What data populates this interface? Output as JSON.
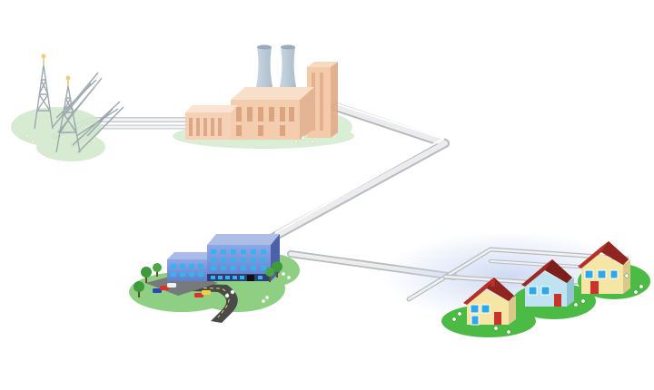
{
  "colors": {
    "background": "#ffffff",
    "pipe_light": "#f2f2f2",
    "pipe_shadow": "#b9bcc0",
    "faded_grass": "#cde8c8",
    "faded_building": "#f1c9a6",
    "faded_building_dark": "#d8a37c",
    "faded_tower": "#a8b6c4",
    "office_blue": "#6f8fd3",
    "office_roof": "#97acdf",
    "window_cyan": "#2fa8e8",
    "grass_green": "#4fbb4a",
    "house_wall": "#f6e6a6",
    "house_wall_blue": "#bfe3f0",
    "house_roof": "#b5302a",
    "road": "#4a4a4a"
  },
  "nodes": [
    {
      "id": "oil-field",
      "icon": "oil-derrick-icon",
      "state": "faded"
    },
    {
      "id": "power-plant",
      "icon": "factory-icon",
      "state": "faded"
    },
    {
      "id": "office-park",
      "icon": "office-building-icon",
      "state": "active"
    },
    {
      "id": "residential",
      "icon": "house-icon",
      "state": "active"
    }
  ]
}
